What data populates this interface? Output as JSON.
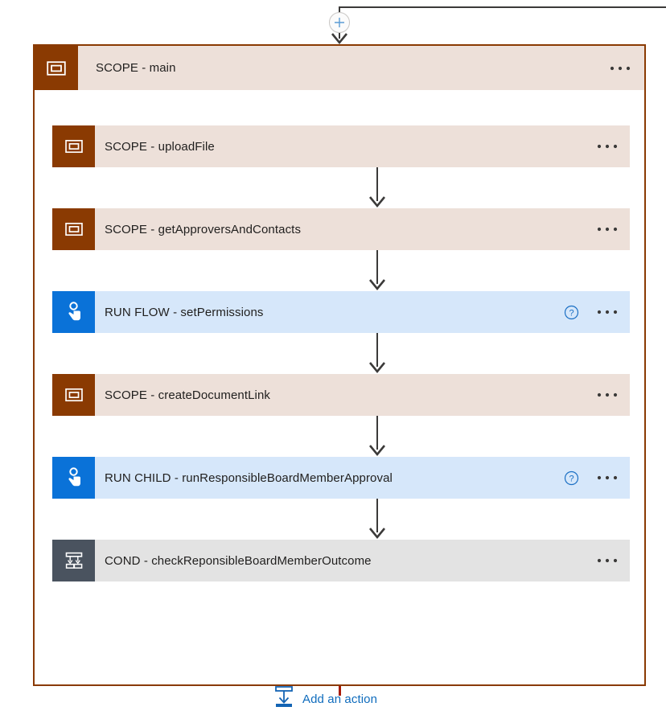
{
  "colors": {
    "scope_accent": "#8a3a02",
    "scope_fill": "#ede0d9",
    "flow_accent": "#0a72d8",
    "flow_fill": "#d6e7fa",
    "cond_accent": "#4a535f",
    "cond_fill": "#e3e3e3",
    "link_blue": "#0f6cbd",
    "connector": "#3b3a39",
    "canvas_bg": "#f6f6f6",
    "bottom_stub": "#a81a06"
  },
  "top_connector": {
    "plus_button_label": "+",
    "plus_icon": "plus-icon",
    "arrow_icon": "arrow-down-icon"
  },
  "scope_main": {
    "title": "SCOPE - main",
    "icon": "scope-icon",
    "menu_icon": "more-options-icon",
    "menu_label": "..."
  },
  "actions": [
    {
      "label": "SCOPE - uploadFile",
      "theme": "scope",
      "icon": "scope-icon",
      "has_help": false,
      "help_icon": "help-circle-icon",
      "menu_icon": "more-options-icon"
    },
    {
      "label": "SCOPE - getApproversAndContacts",
      "theme": "scope",
      "icon": "scope-icon",
      "has_help": false,
      "help_icon": "help-circle-icon",
      "menu_icon": "more-options-icon"
    },
    {
      "label": "RUN FLOW - setPermissions",
      "theme": "flow",
      "icon": "tap-hand-icon",
      "has_help": true,
      "help_icon": "help-circle-icon",
      "menu_icon": "more-options-icon"
    },
    {
      "label": "SCOPE - createDocumentLink",
      "theme": "scope",
      "icon": "scope-icon",
      "has_help": false,
      "help_icon": "help-circle-icon",
      "menu_icon": "more-options-icon"
    },
    {
      "label": "RUN CHILD - runResponsibleBoardMemberApproval",
      "theme": "flow",
      "icon": "tap-hand-icon",
      "has_help": true,
      "help_icon": "help-circle-icon",
      "menu_icon": "more-options-icon"
    },
    {
      "label": "COND - checkReponsibleBoardMemberOutcome",
      "theme": "cond",
      "icon": "condition-branch-icon",
      "has_help": false,
      "help_icon": "help-circle-icon",
      "menu_icon": "more-options-icon"
    }
  ],
  "add_action": {
    "label": "Add an action",
    "icon": "insert-action-icon"
  }
}
